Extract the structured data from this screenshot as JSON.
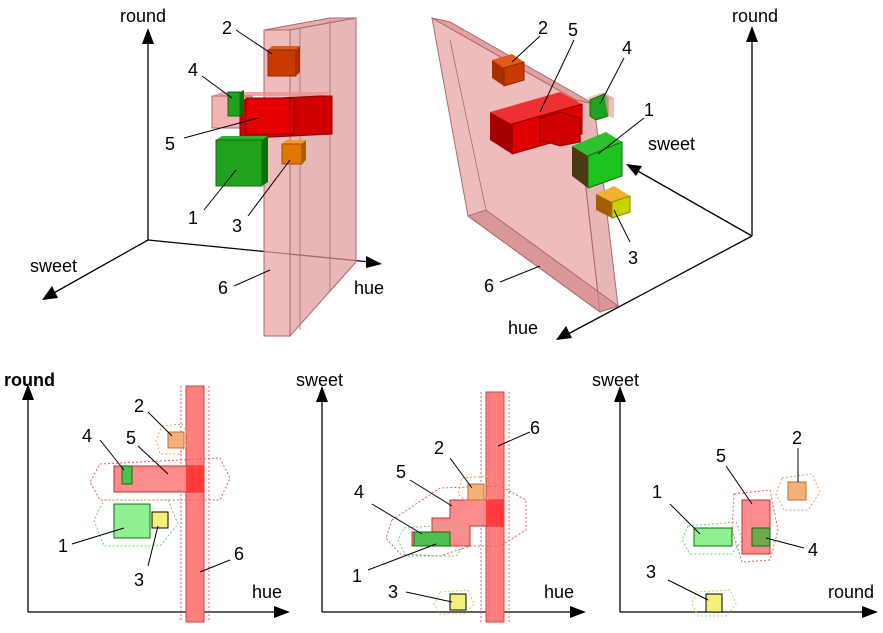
{
  "axes": {
    "round": "round",
    "sweet": "sweet",
    "hue": "hue"
  },
  "items": [
    "1",
    "2",
    "3",
    "4",
    "5",
    "6"
  ],
  "colors": {
    "red": "#e30000",
    "dark_red": "#b30000",
    "green": "#1fa31f",
    "dark_green": "#0e6e0e",
    "orange": "#e07800",
    "dark_orange": "#c24a00",
    "yellow": "#f5f07a",
    "light_green": "#8ff08f",
    "salmon": "#f5a86b",
    "pink": "#e8a6a6",
    "pink_edge": "#c47a7a",
    "light_red": "#ff7f7f",
    "dotted_red": "#e06060",
    "dotted_green": "#6fcf6f",
    "dotted_orange": "#f0a060"
  }
}
